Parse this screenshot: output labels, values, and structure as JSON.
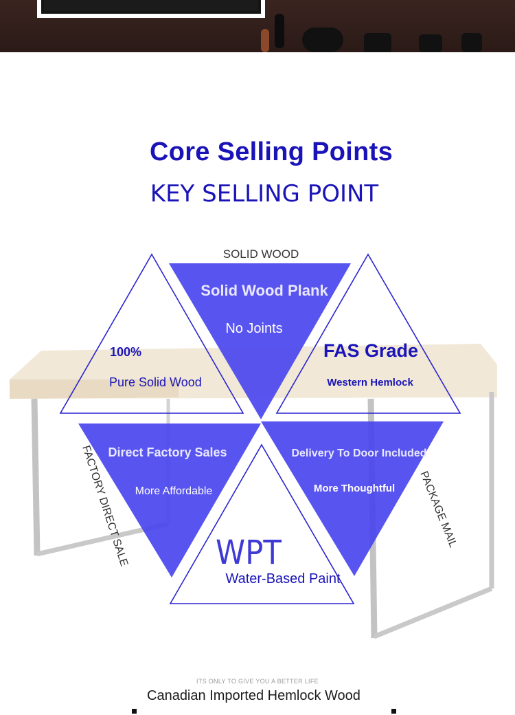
{
  "header": {
    "title": "Core Selling Points",
    "subtitle": "KEY SELLING POINT"
  },
  "diagram": {
    "top_label": "SOLID WOOD",
    "left_side_label": "FACTORY DIRECT SALE",
    "right_side_label": "PACKAGE MAIL",
    "center": {
      "line1": "Solid Wood Plank",
      "line2": "No Joints"
    },
    "left_top": {
      "line1": "100%",
      "line2": "Pure Solid Wood"
    },
    "right_top": {
      "line1": "FAS Grade",
      "line2": "Western Hemlock"
    },
    "left_bottom": {
      "line1": "Direct Factory Sales",
      "line2": "More Affordable"
    },
    "right_bottom": {
      "line1": "Delivery To Door Included",
      "line2": "More Thoughtful"
    },
    "bottom_center": {
      "logo": "WPT",
      "line1": "Water-Based Paint"
    },
    "colors": {
      "primary_blue": "#1a14b8",
      "triangle_fill": "#4a45ee",
      "outline_blue": "#2a25d0"
    }
  },
  "footer": {
    "tagline": "ITS ONLY TO GIVE YOU A BETTER LIFE",
    "product_title": "Canadian Imported Hemlock Wood"
  }
}
